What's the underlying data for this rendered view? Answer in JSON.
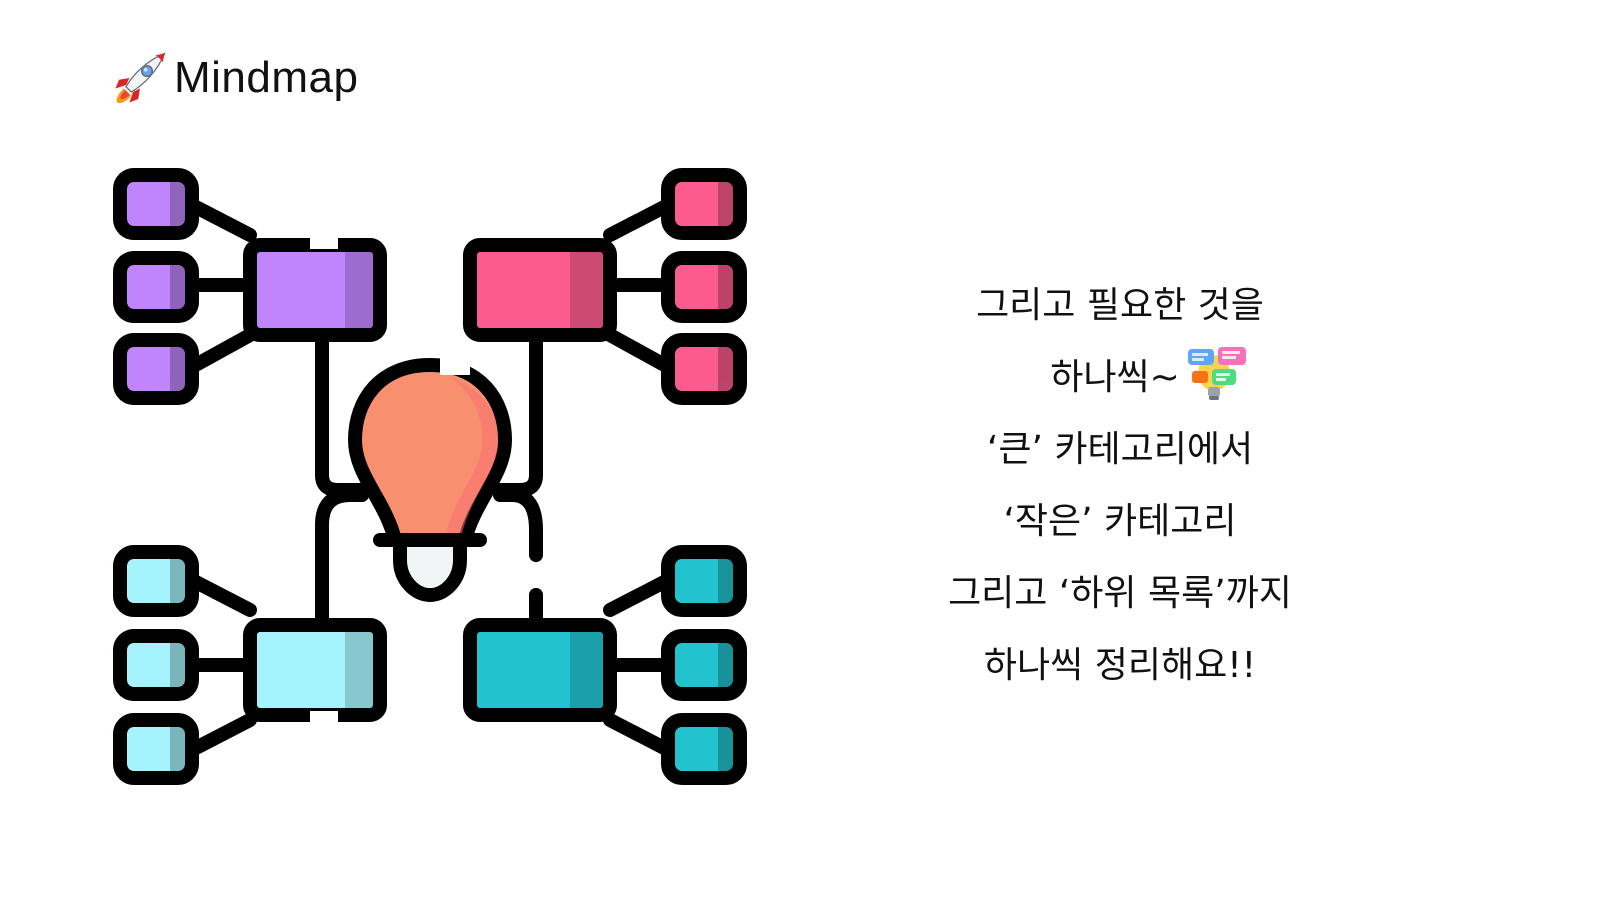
{
  "header": {
    "icon": "rocket-icon",
    "title": "Mindmap"
  },
  "illustration": {
    "icon": "mindmap-lightbulb-icon",
    "colors": {
      "outline": "#000000",
      "purple": "#c084fc",
      "pink": "#fb5b8f",
      "light_cyan": "#a5f3fc",
      "teal": "#22c3cf",
      "bulb": "#f8906f",
      "bulb_base": "#f1f5f5"
    }
  },
  "caption": {
    "lines": [
      "그리고 필요한 것을",
      "하나씩~",
      "‘큰’ 카테고리에서",
      "‘작은’ 카테고리",
      "그리고 ‘하위 목록’까지",
      "하나씩 정리해요!!"
    ],
    "sticker_icon": "idea-bulb-chat-icon"
  }
}
